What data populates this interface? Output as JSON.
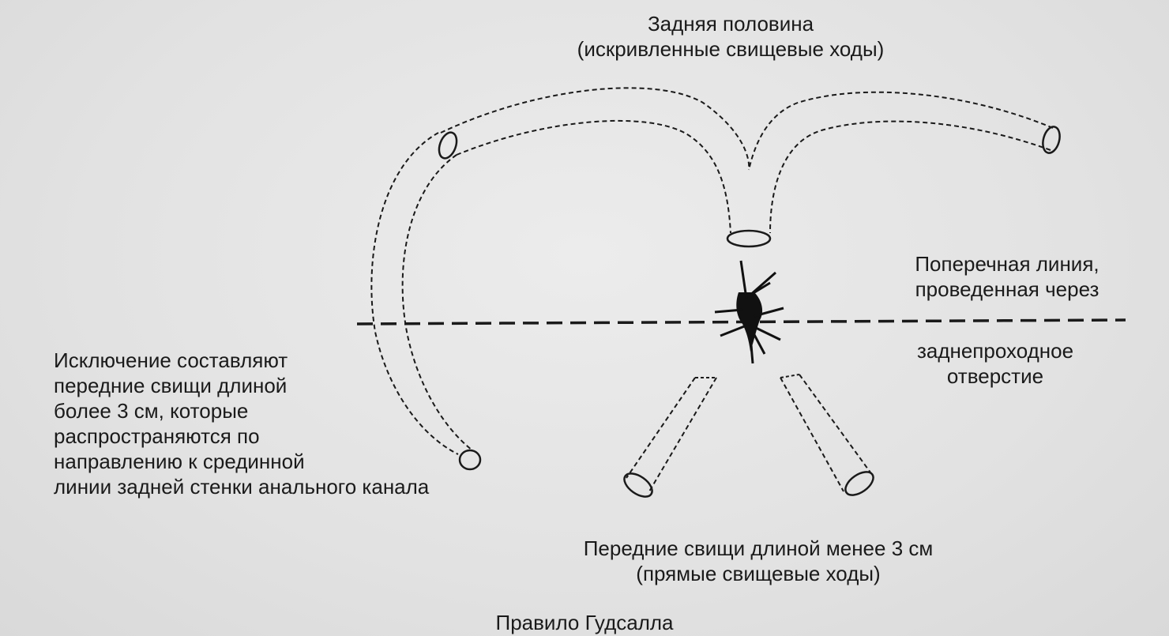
{
  "labels": {
    "posterior_half": {
      "line1": "Задняя половина",
      "line2": "(искривленные свищевые ходы)"
    },
    "transverse_line": {
      "line1": "Поперечная линия,",
      "line2": "проведенная через",
      "line3": "заднепроходное",
      "line4": "отверстие"
    },
    "exception": {
      "line1": "Исключение составляют",
      "line2": "передние свищи длиной",
      "line3": "более 3 см, которые",
      "line4": "распространяются по",
      "line5": "направлению к срединной",
      "line6": "линии задней стенки анального канала"
    },
    "anterior": {
      "line1": "Передние свищи длиной менее 3 см",
      "line2": "(прямые свищевые ходы)"
    },
    "caption": "Правило Гудсалла"
  },
  "colors": {
    "ink": "#1a1a1a",
    "background": "#e6e6e6"
  }
}
